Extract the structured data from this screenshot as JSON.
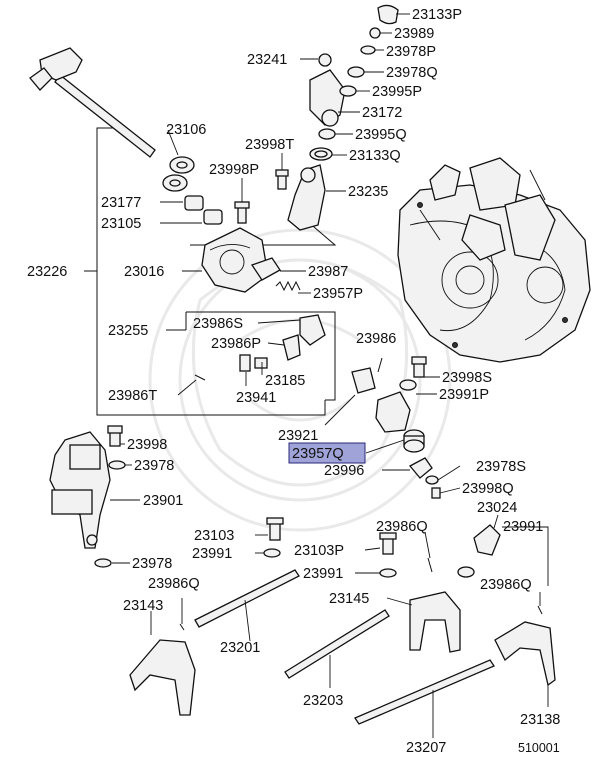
{
  "diagram": {
    "highlighted_part": "23957Q",
    "highlight_color": "#9fa3d8",
    "figure_code": "510001"
  },
  "parts": [
    {
      "key": "p23133P",
      "label": "23133P"
    },
    {
      "key": "p23989",
      "label": "23989"
    },
    {
      "key": "p23978P",
      "label": "23978P"
    },
    {
      "key": "p23241",
      "label": "23241"
    },
    {
      "key": "p23978Q_top",
      "label": "23978Q"
    },
    {
      "key": "p23995P",
      "label": "23995P"
    },
    {
      "key": "p23172",
      "label": "23172"
    },
    {
      "key": "p23106",
      "label": "23106"
    },
    {
      "key": "p23995Q",
      "label": "23995Q"
    },
    {
      "key": "p23998T",
      "label": "23998T"
    },
    {
      "key": "p23133Q",
      "label": "23133Q"
    },
    {
      "key": "p23998P",
      "label": "23998P"
    },
    {
      "key": "p23235",
      "label": "23235"
    },
    {
      "key": "p23177",
      "label": "23177"
    },
    {
      "key": "p23105",
      "label": "23105"
    },
    {
      "key": "p23226",
      "label": "23226"
    },
    {
      "key": "p23016",
      "label": "23016"
    },
    {
      "key": "p23987",
      "label": "23987"
    },
    {
      "key": "p23957P",
      "label": "23957P"
    },
    {
      "key": "p23255",
      "label": "23255"
    },
    {
      "key": "p23986S",
      "label": "23986S"
    },
    {
      "key": "p23986P",
      "label": "23986P"
    },
    {
      "key": "p23986_mid",
      "label": "23986"
    },
    {
      "key": "p23185",
      "label": "23185"
    },
    {
      "key": "p23998S",
      "label": "23998S"
    },
    {
      "key": "p23986T",
      "label": "23986T"
    },
    {
      "key": "p23941",
      "label": "23941"
    },
    {
      "key": "p23991P",
      "label": "23991P"
    },
    {
      "key": "p23921",
      "label": "23921"
    },
    {
      "key": "p23957Q",
      "label": "23957Q"
    },
    {
      "key": "p23998_left",
      "label": "23998"
    },
    {
      "key": "p23978_left",
      "label": "23978"
    },
    {
      "key": "p23996",
      "label": "23996"
    },
    {
      "key": "p23978S",
      "label": "23978S"
    },
    {
      "key": "p23998Q",
      "label": "23998Q"
    },
    {
      "key": "p23901",
      "label": "23901"
    },
    {
      "key": "p23024",
      "label": "23024"
    },
    {
      "key": "p23103",
      "label": "23103"
    },
    {
      "key": "p23986Q_right",
      "label": "23986Q"
    },
    {
      "key": "p23991_right",
      "label": "23991"
    },
    {
      "key": "p23991_a",
      "label": "23991"
    },
    {
      "key": "p23103P",
      "label": "23103P"
    },
    {
      "key": "p23978_bottom",
      "label": "23978"
    },
    {
      "key": "p23991_b",
      "label": "23991"
    },
    {
      "key": "p23986Q_left",
      "label": "23986Q"
    },
    {
      "key": "p23145",
      "label": "23145"
    },
    {
      "key": "p23986Q_far",
      "label": "23986Q"
    },
    {
      "key": "p23143",
      "label": "23143"
    },
    {
      "key": "p23201",
      "label": "23201"
    },
    {
      "key": "p23203",
      "label": "23203"
    },
    {
      "key": "p23138",
      "label": "23138"
    },
    {
      "key": "p23207",
      "label": "23207"
    }
  ]
}
